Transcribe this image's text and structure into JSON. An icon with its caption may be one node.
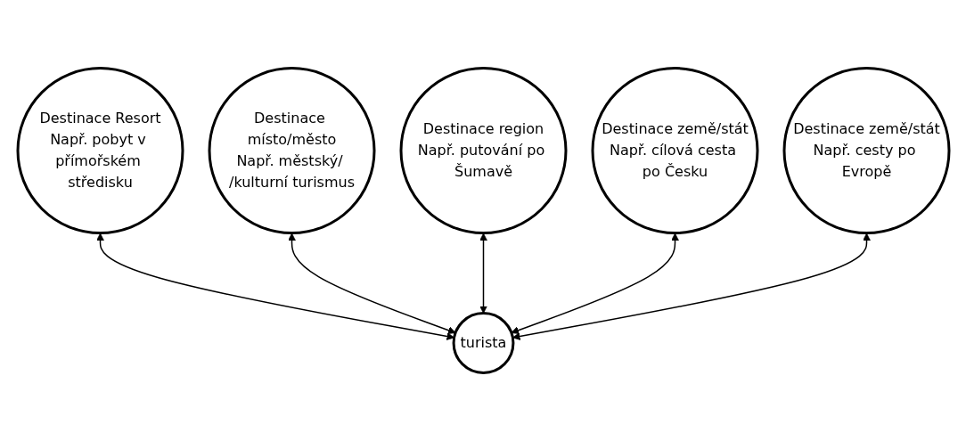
{
  "diagram": {
    "nodes": [
      {
        "text": [
          "Destinace Resort",
          "Např. pobyt v přímořském středisku"
        ]
      },
      {
        "text": [
          "Destinace místo/město",
          "Např. městský/ /kulturní turismus"
        ]
      },
      {
        "text": [
          "Destinace region",
          "Např. putování po Šumavě"
        ]
      },
      {
        "text": [
          "Destinace země/stát",
          "Např. cílová cesta po Česku"
        ]
      },
      {
        "text": [
          "Destinace země/stát",
          "Např. cesty po Evropě"
        ]
      },
      {
        "text": [
          "turista"
        ]
      }
    ],
    "edges": [
      {
        "from": 0,
        "to": 5,
        "arrow": "both"
      },
      {
        "from": 1,
        "to": 5,
        "arrow": "both"
      },
      {
        "from": 2,
        "to": 5,
        "arrow": "both"
      },
      {
        "from": 3,
        "to": 5,
        "arrow": "both"
      },
      {
        "from": 4,
        "to": 5,
        "arrow": "both"
      }
    ]
  }
}
